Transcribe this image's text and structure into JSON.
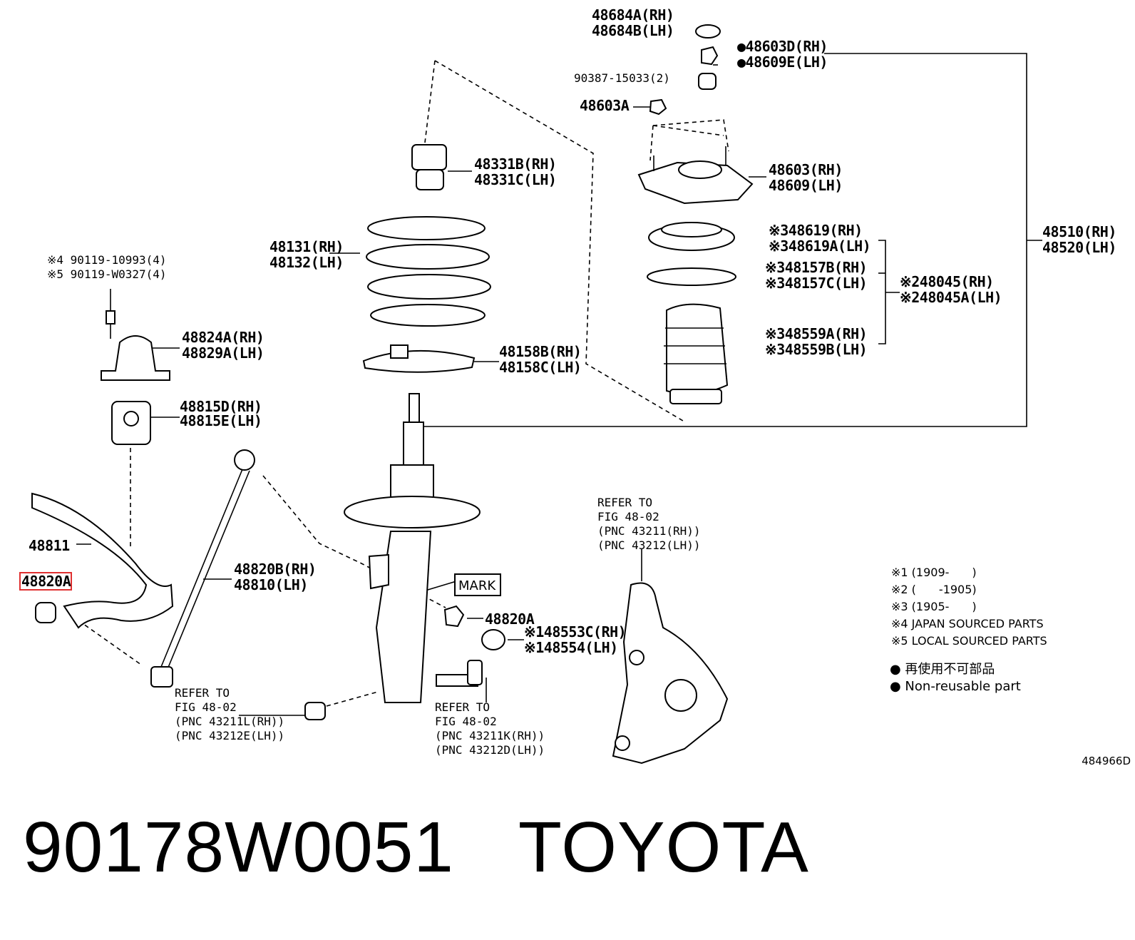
{
  "labels": {
    "p48684": [
      "48684A(RH)",
      "48684B(LH)"
    ],
    "p48603D": [
      "●48603D(RH)",
      "●48609E(LH)"
    ],
    "p90387": "90387-15033(2)",
    "p48603A": "48603A",
    "p48331": [
      "48331B(RH)",
      "48331C(LH)"
    ],
    "p48603": [
      "48603(RH)",
      "48609(LH)"
    ],
    "p48510": [
      "48510(RH)",
      "48520(LH)"
    ],
    "p48131": [
      "48131(RH)",
      "48132(LH)"
    ],
    "p48619": [
      "※348619(RH)",
      "※348619A(LH)"
    ],
    "p48157": [
      "※348157B(RH)",
      "※348157C(LH)"
    ],
    "p48045": [
      "※248045(RH)",
      "※248045A(LH)"
    ],
    "p48559": [
      "※348559A(RH)",
      "※348559B(LH)"
    ],
    "p90119": [
      "※4 90119-10993(4)",
      "※5 90119-W0327(4)"
    ],
    "p48824": [
      "48824A(RH)",
      "48829A(LH)"
    ],
    "p48158": [
      "48158B(RH)",
      "48158C(LH)"
    ],
    "p48815": [
      "48815D(RH)",
      "48815E(LH)"
    ],
    "p48811": "48811",
    "p48820A_hl": "48820A",
    "p48820B": [
      "48820B(RH)",
      "48810(LH)"
    ],
    "mark": "MARK",
    "p48820A": "48820A",
    "p48553": [
      "※148553C(RH)",
      "※148554(LH)"
    ],
    "refer_knuckle": [
      "REFER TO",
      "FIG 48-02",
      "(PNC 43211(RH))",
      "(PNC 43212(LH))"
    ],
    "refer_left": [
      "REFER TO",
      "FIG 48-02",
      "(PNC 43211L(RH))",
      "(PNC 43212E(LH))"
    ],
    "refer_bolt": [
      "REFER TO",
      "FIG 48-02",
      "(PNC 43211K(RH))",
      "(PNC 43212D(LH))"
    ]
  },
  "notes": [
    "※1 (1909-　　)",
    "※2 (　　-1905)",
    "※3 (1905-　　)",
    "※4 JAPAN SOURCED PARTS",
    "※5 LOCAL SOURCED PARTS"
  ],
  "legend": [
    "● 再使用不可部品",
    "● Non-reusable part"
  ],
  "diagram_code": "484966D",
  "caption": {
    "part_number": "90178W0051",
    "brand": "TOYOTA"
  },
  "highlight_color": "#e03030"
}
